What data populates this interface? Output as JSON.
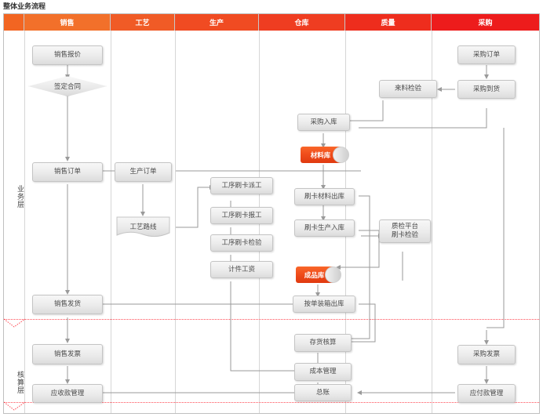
{
  "title": "整体业务流程",
  "colors": {
    "header_start": "#f2702a",
    "header_end": "#ed1c1c",
    "divider": "#ff4d57",
    "cylinder": "#f04d1b",
    "node_fill": "#ebebeb",
    "node_border": "#c4c4c4",
    "connector": "#9a9a9a"
  },
  "header": {
    "columns": [
      {
        "label": "",
        "name": "column-header-spacer"
      },
      {
        "label": "销售",
        "name": "column-header-sales"
      },
      {
        "label": "工艺",
        "name": "column-header-process"
      },
      {
        "label": "生产",
        "name": "column-header-production"
      },
      {
        "label": "仓库",
        "name": "column-header-warehouse"
      },
      {
        "label": "质量",
        "name": "column-header-quality"
      },
      {
        "label": "采购",
        "name": "column-header-purchasing"
      }
    ]
  },
  "layers": [
    {
      "label": "业务层",
      "name": "layer-label-business"
    },
    {
      "label": "核算层",
      "name": "layer-label-accounting"
    }
  ],
  "nodes": {
    "sales_quotation": "销售报价",
    "sign_contract": "签定合同",
    "sales_order": "销售订单",
    "sales_delivery": "销售发货",
    "sales_invoice": "销售发票",
    "receivables": "应收款管理",
    "production_order": "生产订单",
    "process_route": "工艺路线",
    "op_dispatch": "工序刷卡派工",
    "op_report": "工序刷卡报工",
    "op_inspect": "工序刷卡检验",
    "piece_wage": "计件工资",
    "purchase_receipt": "采购入库",
    "material_warehouse": "材料库",
    "card_material_out": "刷卡材料出库",
    "card_production_in": "刷卡生产入库",
    "finished_warehouse": "成品库",
    "pack_ship_out": "按单装箱出库",
    "inventory_accounting": "存货核算",
    "cost_management": "成本管理",
    "general_ledger": "总账",
    "incoming_inspection": "来料检验",
    "qc_platform_inspection": "质检平台\n刷卡检验",
    "purchase_order": "采购订单",
    "purchase_arrival": "采购到货",
    "purchase_invoice": "采购发票",
    "payables": "应付款管理"
  }
}
